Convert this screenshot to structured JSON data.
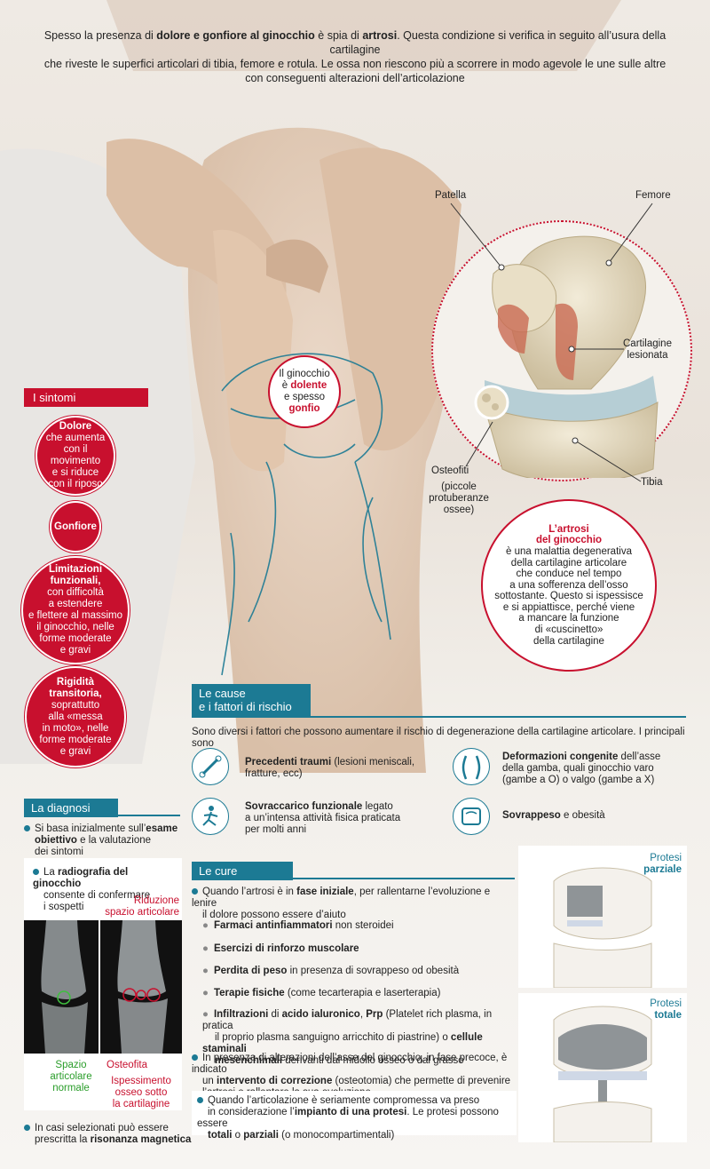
{
  "intro": {
    "p1": "Spesso la presenza di ",
    "b1": "dolore e gonfiore al ginocchio",
    "p2": " è spia di ",
    "b2": "artrosi",
    "p3": ". Questa condizione si verifica in seguito all’usura della cartilagine",
    "line2": "che riveste le superfici articolari di tibia, femore e rotula. Le ossa non riescono più a scorrere in modo agevole le une sulle altre",
    "line3": "con conseguenti alterazioni dell’articolazione"
  },
  "knee_callout": {
    "l1": "Il ginocchio",
    "l2": "è ",
    "l2b": "dolente",
    "l3": "e spesso",
    "l4": "gonfio"
  },
  "anatomy": {
    "patella": "Patella",
    "femore": "Femore",
    "cartilagine_1": "Cartilagine",
    "cartilagine_2": "lesionata",
    "osteofiti": "Osteofiti",
    "osteofiti_sub_1": "(piccole",
    "osteofiti_sub_2": "protuberanze",
    "osteofiti_sub_3": "ossee)",
    "tibia": "Tibia"
  },
  "artrosi_box": {
    "title_1": "L’artrosi",
    "title_2": "del ginocchio",
    "lines": [
      "è una malattia degenerativa",
      "della cartilagine articolare",
      "che conduce nel tempo",
      "a una sofferenza dell’osso",
      "sottostante. Questo si ispessisce",
      "e si appiattisce, perché viene",
      "a mancare la funzione",
      "di «cuscinetto»",
      "della cartilagine"
    ]
  },
  "sintomi": {
    "title": "I sintomi",
    "s1": {
      "bold": "Dolore",
      "lines": [
        "che aumenta",
        "con il movimento",
        "e si riduce",
        "con il riposo"
      ]
    },
    "s2": {
      "bold": "Gonfiore"
    },
    "s3": {
      "bold_1": "Limitazioni",
      "bold_2": "funzionali,",
      "lines": [
        "con difficoltà",
        "a estendere",
        "e flettere al massimo",
        "il ginocchio, nelle",
        "forme moderate",
        "e gravi"
      ]
    },
    "s4": {
      "bold_1": "Rigidità",
      "bold_2": "transitoria,",
      "lines": [
        "soprattutto",
        "alla «messa",
        "in moto», nelle",
        "forme moderate",
        "e gravi"
      ]
    }
  },
  "cause": {
    "title_1": "Le cause",
    "title_2": "e i fattori di rischio",
    "intro": "Sono diversi i fattori che possono aumentare il rischio di degenerazione della cartilagine articolare. I principali sono",
    "c1": {
      "bold": "Precedenti traumi",
      "rest": " (lesioni meniscali,",
      "line2": "fratture, ecc)"
    },
    "c2": {
      "bold": "Sovraccarico funzionale",
      "rest": " legato",
      "line2": "a un’intensa attività fisica praticata",
      "line3": "per molti anni"
    },
    "c3": {
      "bold": "Deformazioni congenite",
      "rest": " dell’asse",
      "line2": "della gamba, quali ginocchio varo",
      "line3": "(gambe a O) o valgo (gambe a X)"
    },
    "c4": {
      "bold": "Sovrappeso",
      "rest": " e obesità"
    }
  },
  "diagnosi": {
    "title": "La diagnosi",
    "d1_a": "Si basa inizialmente sull’",
    "d1_b": "esame",
    "d1_c": "obiettivo",
    "d1_d": " e la valutazione",
    "d1_e": "dei sintomi",
    "d2_a": "La ",
    "d2_b": "radiografia del ginocchio",
    "d2_c": "consente di confermare",
    "d2_d": "i sospetti",
    "riduzione_1": "Riduzione",
    "riduzione_2": "spazio articolare",
    "spazio_1": "Spazio",
    "spazio_2": "articolare",
    "spazio_3": "normale",
    "osteofita": "Osteofita",
    "ispess_1": "Ispessimento",
    "ispess_2": "osseo sotto",
    "ispess_3": "la cartilagine",
    "d3_a": "In casi selezionati può essere",
    "d3_b": "prescritta la ",
    "d3_c": "risonanza magnetica"
  },
  "cure": {
    "title": "Le cure",
    "i1_a": "Quando l’artrosi è in ",
    "i1_b": "fase iniziale",
    "i1_c": ", per rallentarne l’evoluzione e lenire",
    "i1_d": "il dolore possono essere d’aiuto",
    "sub1_b": "Farmaci antinfiammatori",
    "sub1_r": " non steroidei",
    "sub2_b": "Esercizi di rinforzo muscolare",
    "sub3_b": "Perdita di peso",
    "sub3_r": " in presenza di sovrappeso od obesità",
    "sub4_b": "Terapie fisiche",
    "sub4_r": " (come tecarterapia e laserterapia)",
    "sub5_b": "Infiltrazioni",
    "sub5_r1": " di ",
    "sub5_b2": "acido ialuronico",
    "sub5_r2": ", ",
    "sub5_b3": "Prp",
    "sub5_r3": " (Platelet rich plasma, in pratica",
    "sub5_l2a": "il proprio plasma sanguigno arricchito di piastrine) o ",
    "sub5_l2b": "cellule staminali",
    "sub5_l3a": "mesenchimali",
    "sub5_l3b": " derivanti dal midollo osseo o dal grasso",
    "i2_l1": "In presenza di alterazioni dell’asse del ginocchio, in fase precoce, è indicato",
    "i2_l2a": "un ",
    "i2_l2b": "intervento di correzione",
    "i2_l2c": " (osteotomia) che permette di prevenire",
    "i2_l3": "l’artrosi o rallentare la sua evoluzione",
    "i3_l1": "Quando l’articolazione è seriamente compromessa va preso",
    "i3_l2a": "in considerazione l’",
    "i3_l2b": "impianto di una protesi",
    "i3_l2c": ". Le protesi possono essere",
    "i3_l3a": "totali",
    "i3_l3b": " o ",
    "i3_l3c": "parziali",
    "i3_l3d": " (o monocompartimentali)"
  },
  "protesi": {
    "p1_a": "Protesi",
    "p1_b": "parziale",
    "p2_a": "Protesi",
    "p2_b": "totale"
  },
  "colors": {
    "red": "#c8102e",
    "teal": "#1c7a94"
  }
}
